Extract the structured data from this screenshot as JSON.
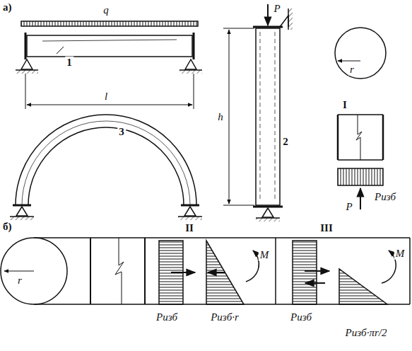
{
  "diagram": {
    "labels": [
      "а)",
      "q",
      "1",
      "l",
      "3",
      "h",
      "P",
      "2",
      "r",
      "I",
      "Pизб",
      "P",
      "б)",
      "r",
      "II",
      "Pизб",
      "Pизб·r",
      "M",
      "III",
      "Pизб",
      "Pизб·πr/2",
      "M"
    ]
  }
}
